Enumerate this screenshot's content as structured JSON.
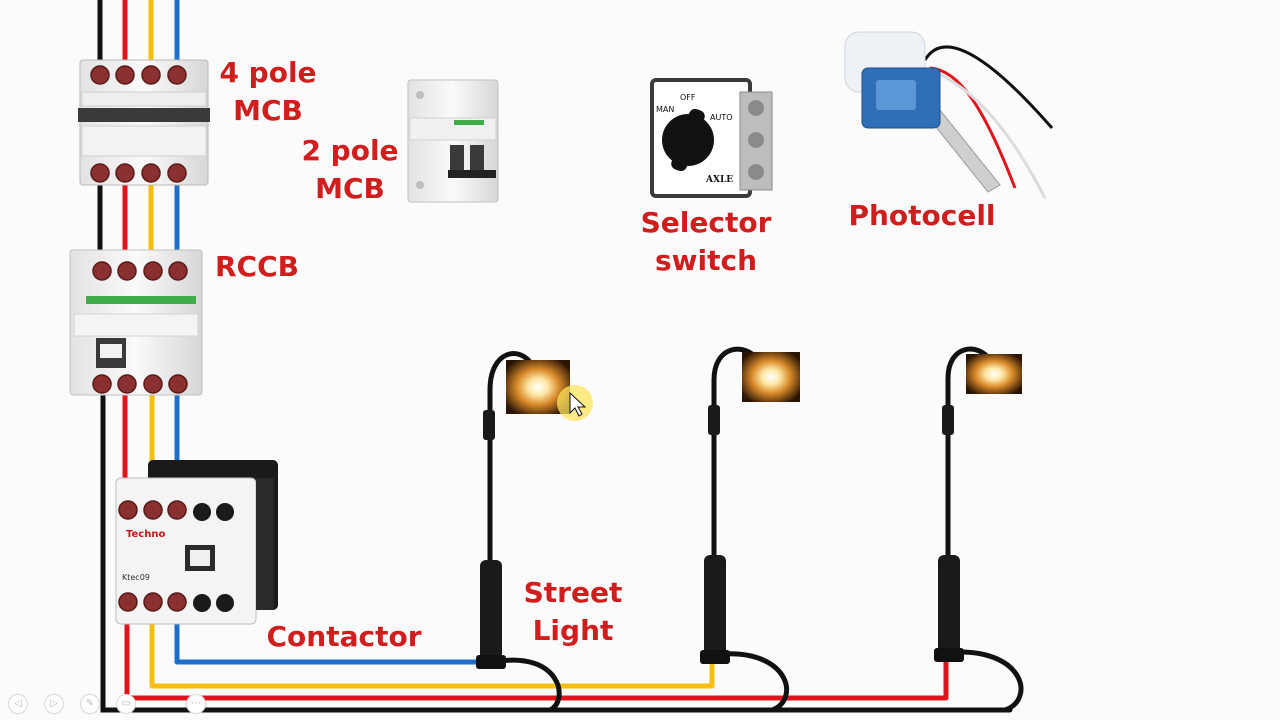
{
  "labels": {
    "mcb4": [
      "4 pole",
      "MCB"
    ],
    "mcb2": [
      "2 pole",
      "MCB"
    ],
    "rccb": "RCCB",
    "selector": [
      "Selector",
      "switch"
    ],
    "photocell": "Photocell",
    "contactor": "Contactor",
    "street_light": [
      "Street",
      "Light"
    ]
  },
  "device_marks": {
    "contactor_brand": "Techno",
    "contactor_model": "Ktec09",
    "selector_positions": [
      "MAN",
      "OFF",
      "AUTO"
    ],
    "selector_brand": "AXLE"
  },
  "colors": {
    "label_red": "#d01e1e",
    "wire_black": "#111111",
    "wire_red": "#e0141c",
    "wire_yellow": "#f5bf0f",
    "wire_blue": "#1f6fc9"
  },
  "player_controls": [
    {
      "name": "prev-icon",
      "glyph": "◁"
    },
    {
      "name": "play-icon",
      "glyph": "▷"
    },
    {
      "name": "pen-icon",
      "glyph": "✎"
    },
    {
      "name": "slides-icon",
      "glyph": "▭"
    },
    {
      "name": "more-icon",
      "glyph": "⋯"
    }
  ]
}
